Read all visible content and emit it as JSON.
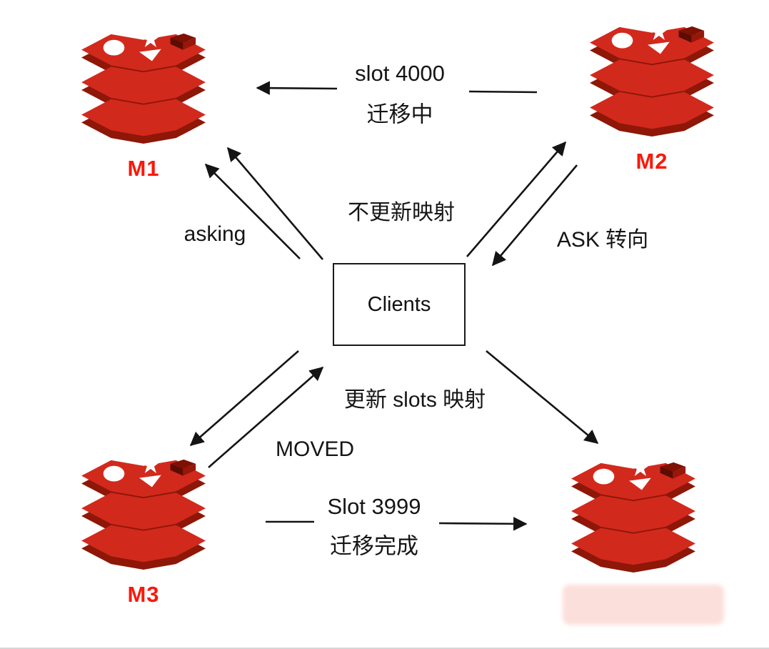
{
  "nodes": {
    "m1": {
      "label": "M1"
    },
    "m2": {
      "label": "M2"
    },
    "m3": {
      "label": "M3"
    },
    "clients": {
      "label": "Clients"
    }
  },
  "labels": {
    "top_migration_line1": "slot 4000",
    "top_migration_line2": "迁移中",
    "asking": "asking",
    "no_update_mapping": "不更新映射",
    "ask_redirect": "ASK 转向",
    "update_slots_mapping": "更新 slots 映射",
    "moved": "MOVED",
    "bottom_migration_line1": "Slot 3999",
    "bottom_migration_line2": "迁移完成"
  },
  "icons": {
    "redis_node": "redis-stack-icon"
  },
  "colors": {
    "redis_bright": "#D2291D",
    "redis_dark": "#8E1708",
    "node_label_red": "#FA190B",
    "arrow": "#141414",
    "background": "#FFFFFF"
  }
}
